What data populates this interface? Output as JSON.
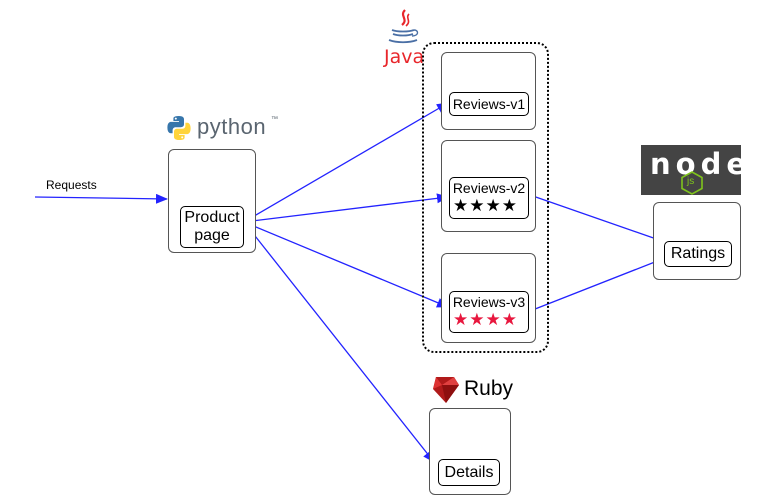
{
  "input": {
    "label": "Requests"
  },
  "services": {
    "productpage": {
      "label_line1": "Product",
      "label_line2": "page",
      "tech": "python",
      "tech_mark": "™"
    },
    "reviews_v1": {
      "label": "Reviews-v1"
    },
    "reviews_v2": {
      "label": "Reviews-v2",
      "stars": "★★★★",
      "star_color": "#000000"
    },
    "reviews_v3": {
      "label": "Reviews-v3",
      "stars": "★★★★",
      "star_color": "#e8173e"
    },
    "reviews_group": {
      "tech": "Java"
    },
    "ratings": {
      "label": "Ratings",
      "tech": "node",
      "tech_sub": "js"
    },
    "details": {
      "label": "Details",
      "tech": "Ruby"
    }
  },
  "colors": {
    "arrow": "#2323ff",
    "java_red": "#e8262b",
    "ruby_red": "#b01a1a",
    "node_bg": "#444444",
    "node_green": "#7fc41c",
    "python_blue": "#3776ab",
    "python_yellow": "#ffd43b"
  }
}
